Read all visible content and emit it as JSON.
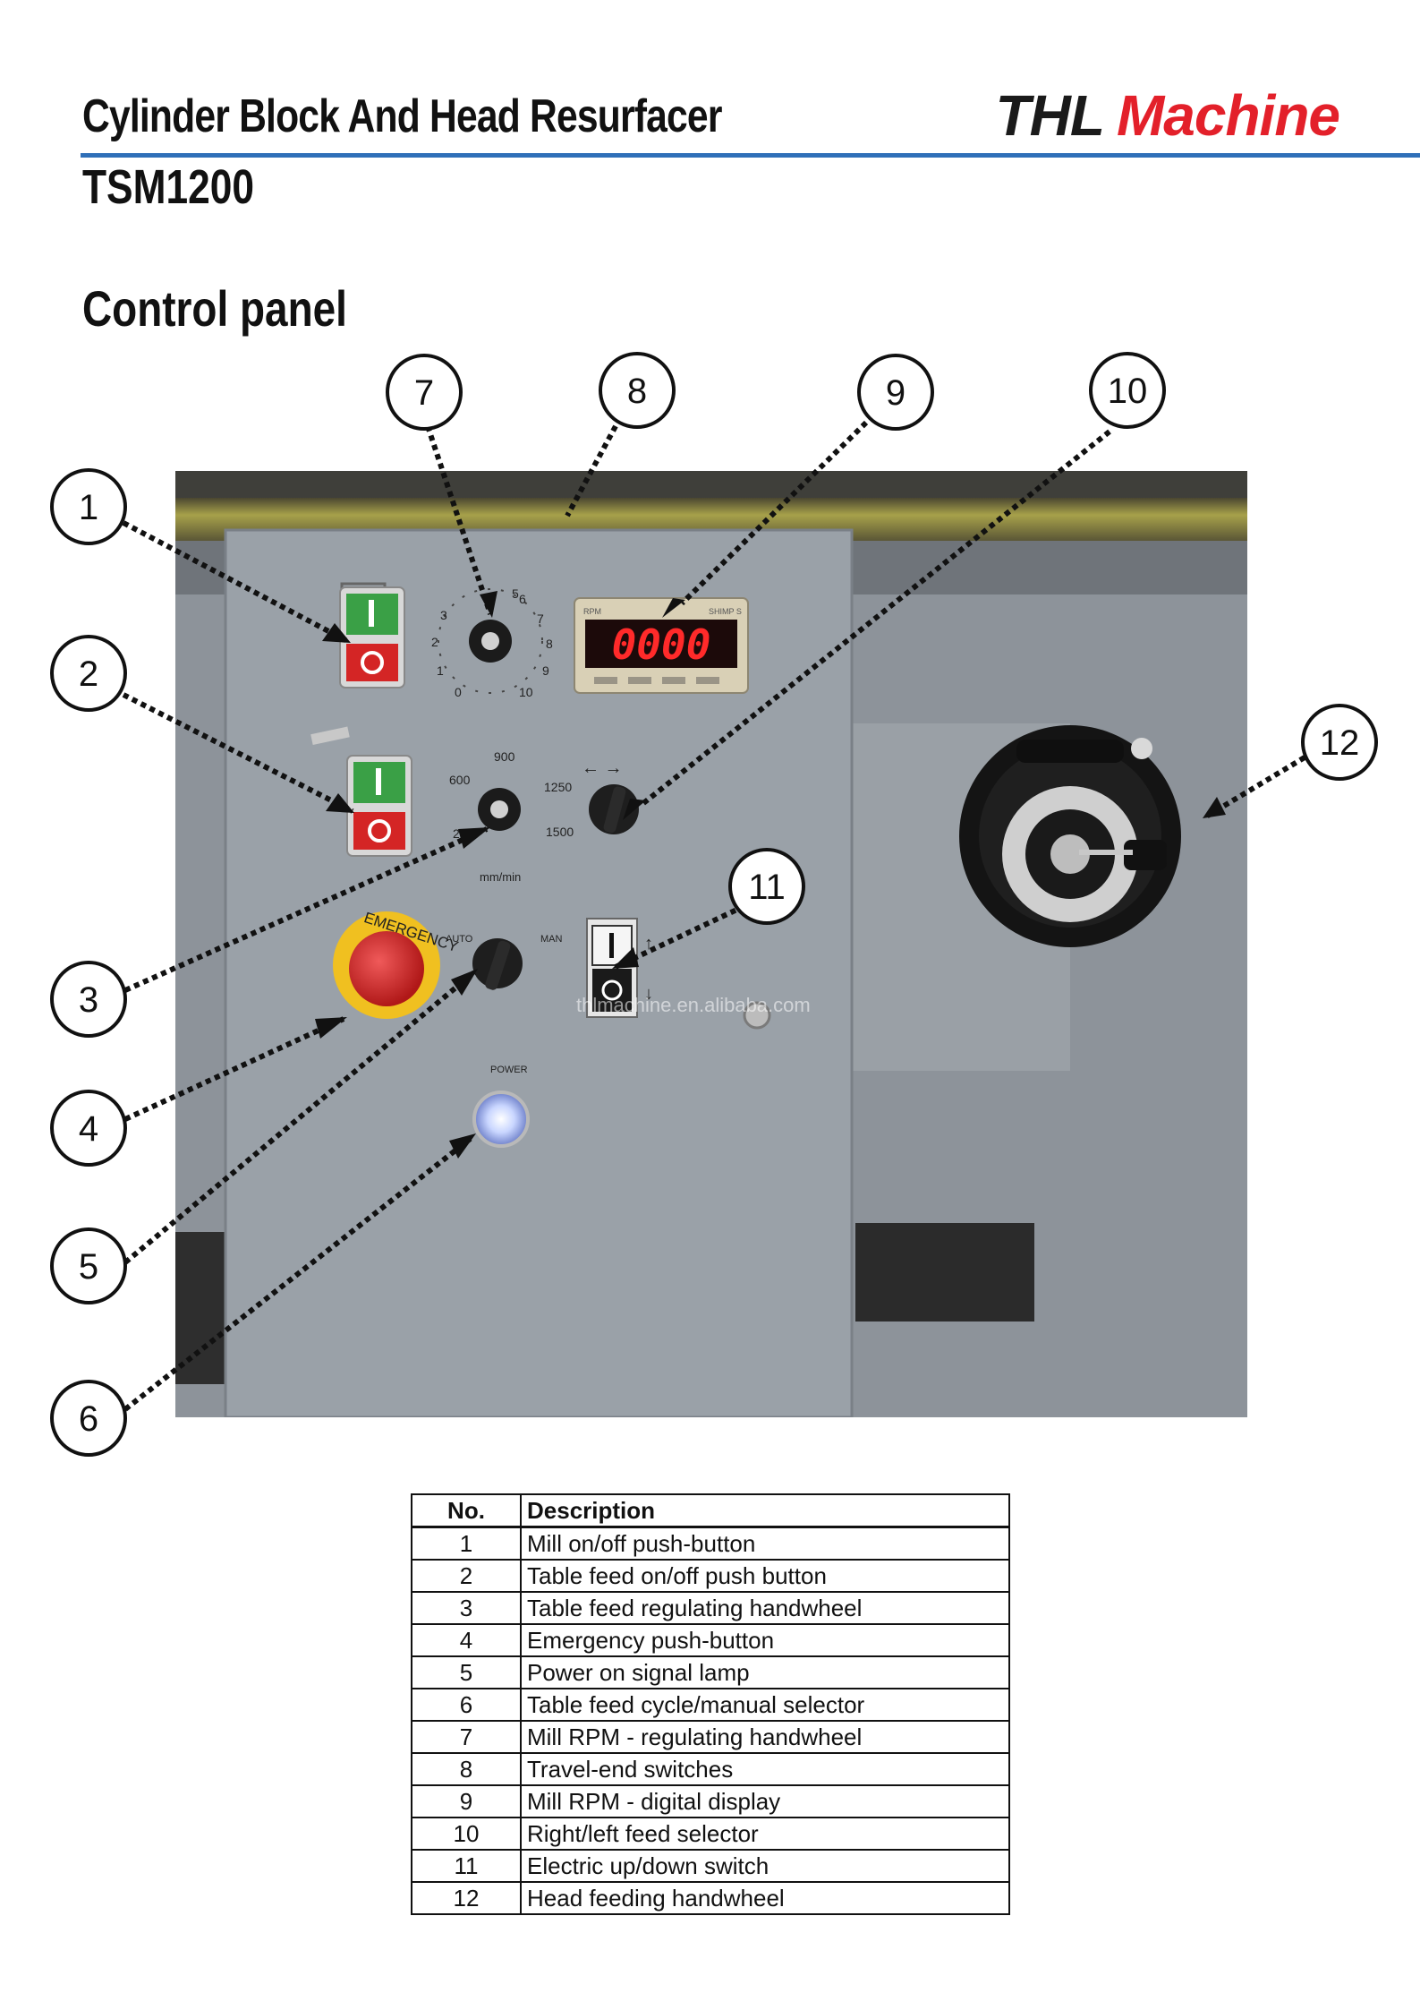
{
  "header": {
    "title": "Cylinder Block And Head Resurfacer",
    "model": "TSM1200",
    "brand_part1": "THL",
    "brand_part2": "Machine",
    "rule_color": "#2f6fb8",
    "brand_accent": "#e3202a"
  },
  "section_title": "Control panel",
  "photo": {
    "display_value": "0000",
    "feed_scale_unit": "mm/min",
    "feed_scale_values": [
      "900",
      "600",
      "1250",
      "1500",
      "2"
    ],
    "rpm_scale_values": [
      "0",
      "1",
      "2",
      "3",
      "5",
      "6",
      "7",
      "8",
      "9",
      "10"
    ],
    "selector_left_label": "AUTO",
    "selector_right_label": "MAN",
    "lamp_label": "POWER",
    "emergency_label": "EMERGENCY",
    "watermark": "thlmachine.en.alibaba.com",
    "display_top_left": "RPM",
    "display_top_right": "SHIMP S"
  },
  "callout_numbers": [
    "1",
    "2",
    "3",
    "4",
    "5",
    "6",
    "7",
    "8",
    "9",
    "10",
    "11",
    "12"
  ],
  "table": {
    "headers": {
      "no": "No.",
      "description": "Description"
    },
    "rows": [
      {
        "no": "1",
        "description": "Mill on/off push-button"
      },
      {
        "no": "2",
        "description": "Table feed on/off push button"
      },
      {
        "no": "3",
        "description": "Table feed regulating handwheel"
      },
      {
        "no": "4",
        "description": "Emergency push-button"
      },
      {
        "no": "5",
        "description": "Power on signal lamp"
      },
      {
        "no": "6",
        "description": "Table feed cycle/manual selector"
      },
      {
        "no": "7",
        "description": "Mill RPM - regulating handwheel"
      },
      {
        "no": "8",
        "description": "Travel-end switches"
      },
      {
        "no": "9",
        "description": "Mill RPM - digital display"
      },
      {
        "no": "10",
        "description": "Right/left feed selector"
      },
      {
        "no": "11",
        "description": "Electric up/down switch"
      },
      {
        "no": "12",
        "description": "Head feeding handwheel"
      }
    ]
  }
}
